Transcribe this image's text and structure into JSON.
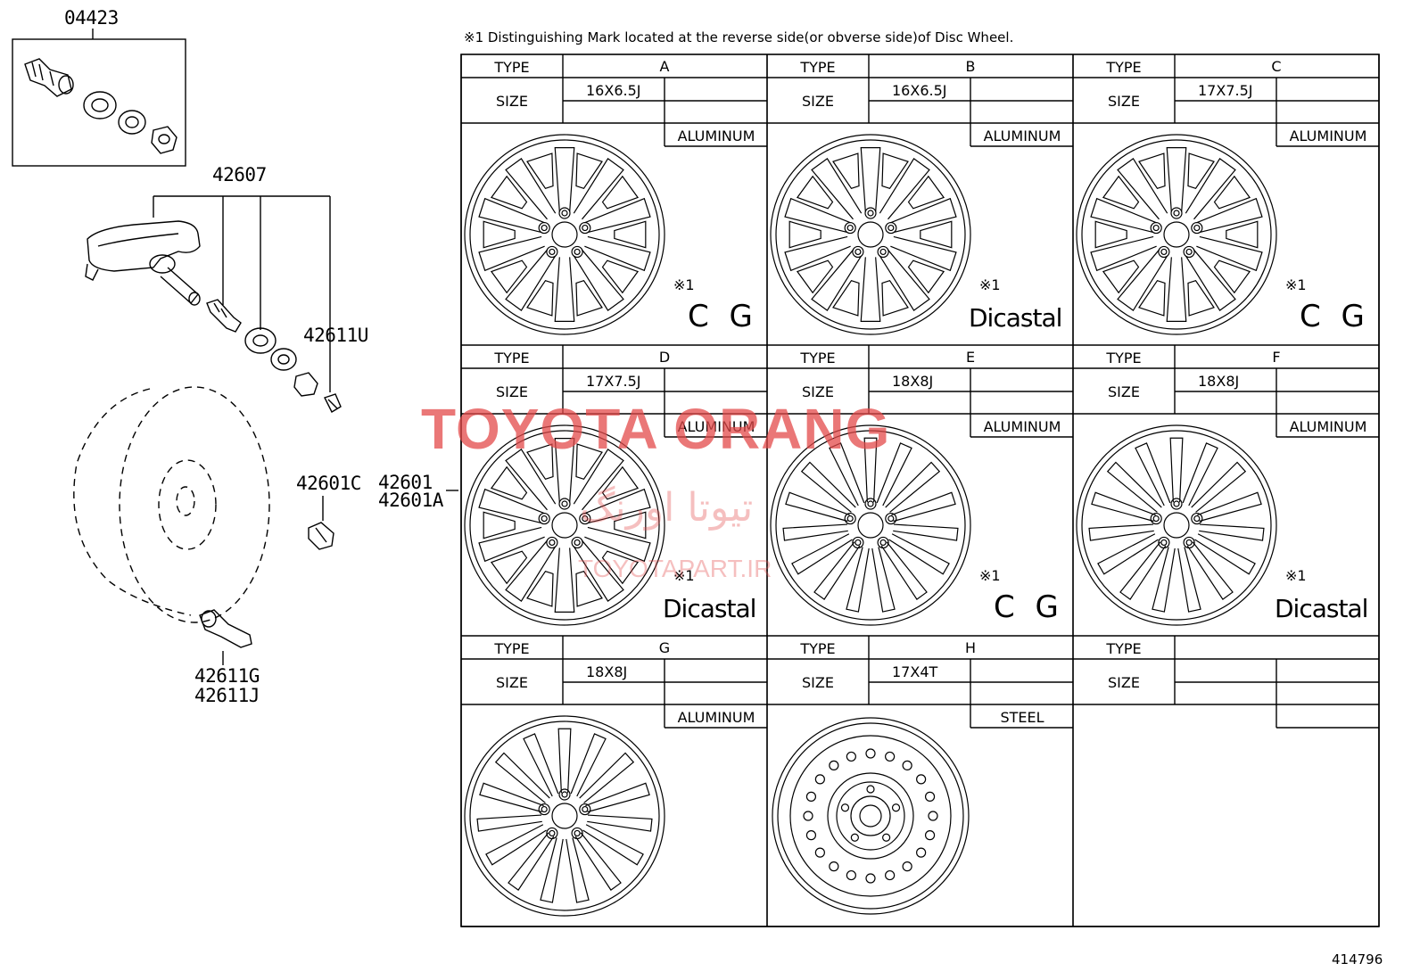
{
  "note": "※1 Distinguishing Mark located at the reverse side(or obverse side)of Disc Wheel.",
  "diagram_number": "414796",
  "parts": {
    "p04423": "04423",
    "p42607": "42607",
    "p42611U": "42611U",
    "p42601C": "42601C",
    "p42601": "42601",
    "p42601A": "42601A",
    "p42611G": "42611G",
    "p42611J": "42611J"
  },
  "watermark": {
    "brand": "TOYOTA ORANG",
    "persian": "تیوتا اورنگ",
    "site": "TOYOTAPART.IR"
  },
  "table_labels": {
    "type": "TYPE",
    "size": "SIZE"
  },
  "wheels": [
    {
      "type": "A",
      "size": "16X6.5J",
      "material": "ALUMINUM",
      "mark_ref": "※1",
      "mark": "C G",
      "style": "spoke10"
    },
    {
      "type": "B",
      "size": "16X6.5J",
      "material": "ALUMINUM",
      "mark_ref": "※1",
      "mark": "Dicastal",
      "style": "spoke10"
    },
    {
      "type": "C",
      "size": "17X7.5J",
      "material": "ALUMINUM",
      "mark_ref": "※1",
      "mark": "C G",
      "style": "spoke10b"
    },
    {
      "type": "D",
      "size": "17X7.5J",
      "material": "ALUMINUM",
      "mark_ref": "※1",
      "mark": "Dicastal",
      "style": "spoke10b"
    },
    {
      "type": "E",
      "size": "18X8J",
      "material": "ALUMINUM",
      "mark_ref": "※1",
      "mark": "C G",
      "style": "spoke15"
    },
    {
      "type": "F",
      "size": "18X8J",
      "material": "ALUMINUM",
      "mark_ref": "※1",
      "mark": "Dicastal",
      "style": "spoke15"
    },
    {
      "type": "G",
      "size": "18X8J",
      "material": "ALUMINUM",
      "mark_ref": "",
      "mark": "",
      "style": "spoke15"
    },
    {
      "type": "H",
      "size": "17X4T",
      "material": "STEEL",
      "mark_ref": "",
      "mark": "",
      "style": "steel"
    },
    {
      "type": "",
      "size": "",
      "material": "",
      "mark_ref": "",
      "mark": "",
      "style": "empty"
    }
  ]
}
